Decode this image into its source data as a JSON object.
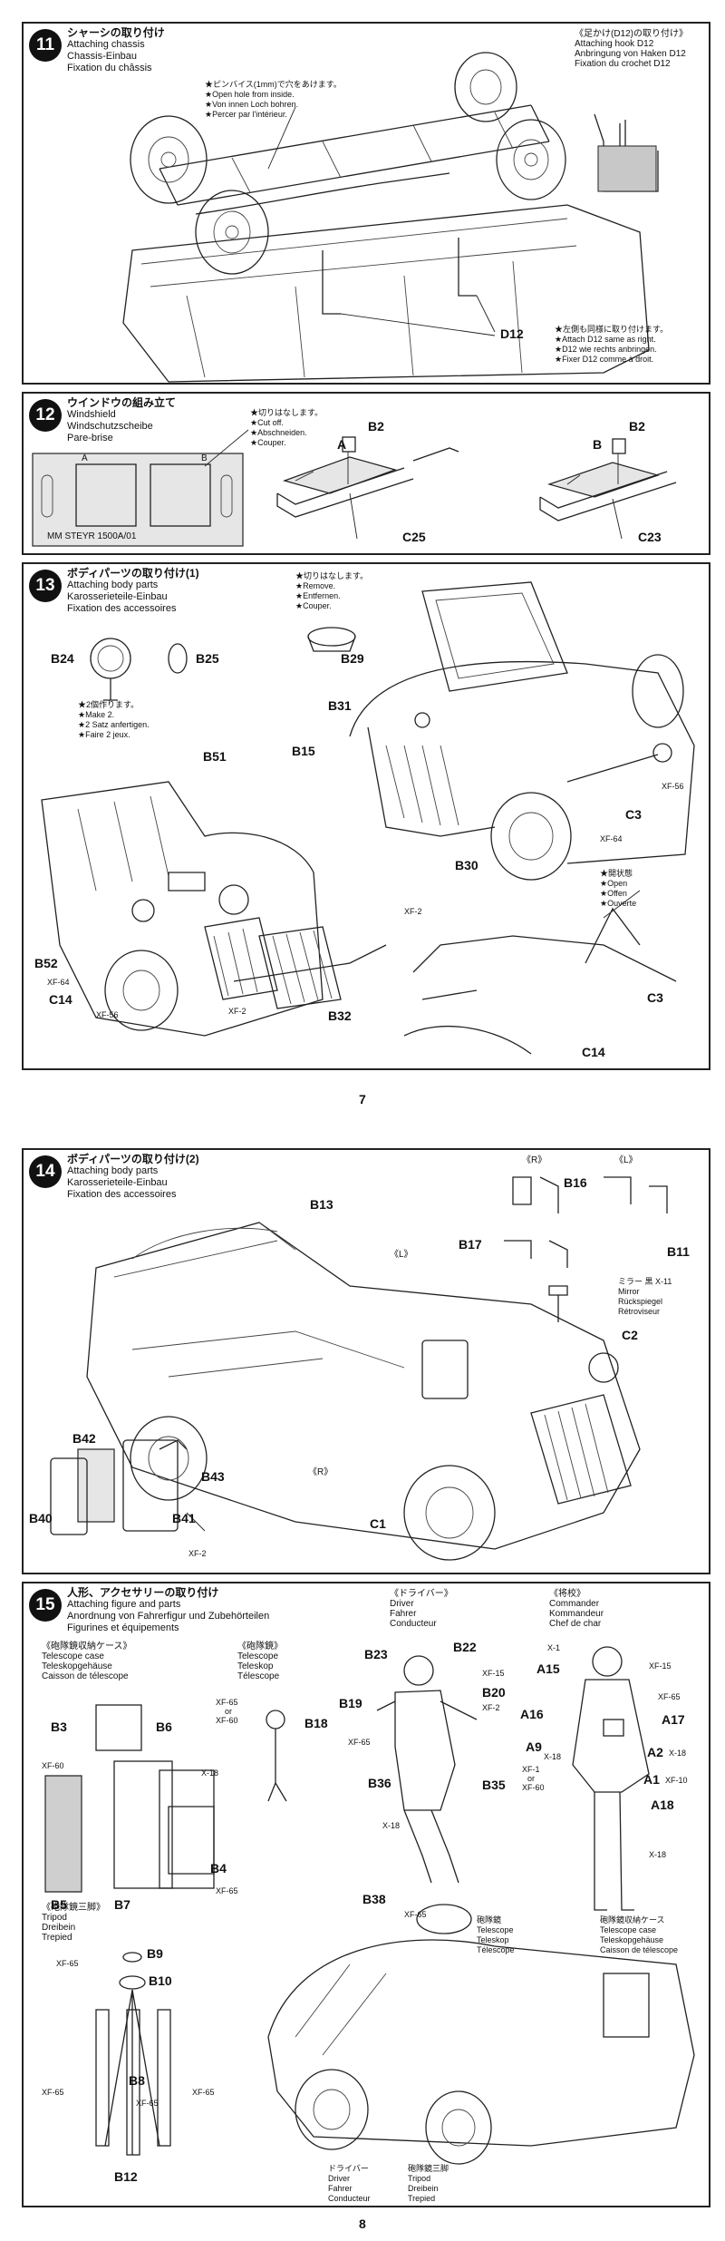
{
  "pages": [
    {
      "number": "7"
    },
    {
      "number": "8"
    }
  ],
  "step11": {
    "num": "11",
    "title": [
      "シャーシの取り付け",
      "Attaching chassis",
      "Chassis-Einbau",
      "Fixation du châssis"
    ],
    "hole_note": [
      "★ピンバイス(1mm)で穴をあけます。",
      "★Open hole from inside.",
      "★Von innen Loch bohren.",
      "★Percer par l'intérieur."
    ],
    "hook_title": [
      "《足かけ(D12)の取り付け》",
      "Attaching hook D12",
      "Anbringung von Haken D12",
      "Fixation du crochet D12"
    ],
    "part": "D12",
    "same_note": [
      "★左側も同様に取り付けます。",
      "★Attach D12 same as right.",
      "★D12 wie rechts anbringen.",
      "★Fixer D12 comme à droit."
    ]
  },
  "step12": {
    "num": "12",
    "title": [
      "ウインドウの組み立て",
      "Windshield",
      "Windschutzscheibe",
      "Pare-brise"
    ],
    "cut_note": [
      "★切りはなします。",
      "★Cut off.",
      "★Abschneiden.",
      "★Couper."
    ],
    "sheet_a": "A",
    "sheet_b": "B",
    "sheet_text": "MM STEYR 1500A/01",
    "labels": [
      "A",
      "B2",
      "C25",
      "B",
      "B2",
      "C23"
    ]
  },
  "step13": {
    "num": "13",
    "title": [
      "ボディパーツの取り付け(1)",
      "Attaching body parts",
      "Karosserieteile-Einbau",
      "Fixation des accessoires"
    ],
    "remove_note": [
      "★切りはなします。",
      "★Remove.",
      "★Entfernen.",
      "★Couper."
    ],
    "make2_note": [
      "★2個作ります。",
      "★Make 2.",
      "★2 Satz anfertigen.",
      "★Faire 2 jeux."
    ],
    "open_note": [
      "★開状態",
      "★Open",
      "★Offen",
      "★Ouverte"
    ],
    "labels": [
      "B24",
      "B25",
      "B29",
      "B31",
      "B15",
      "B51",
      "C3",
      "B30",
      "B52",
      "C14",
      "B32",
      "C3",
      "C14"
    ],
    "codes": [
      "XF-56",
      "XF-64",
      "XF-2",
      "XF-64",
      "XF-56",
      "XF-2"
    ]
  },
  "step14": {
    "num": "14",
    "title": [
      "ボディパーツの取り付け(2)",
      "Attaching body parts",
      "Karosserieteile-Einbau",
      "Fixation des accessoires"
    ],
    "r": "《R》",
    "l": "《L》",
    "mirror_note": [
      "ミラー 黒 X-11",
      "Mirror",
      "Rückspiegel",
      "Rétroviseur"
    ],
    "labels": [
      "B13",
      "B16",
      "B17",
      "B11",
      "C2",
      "B42",
      "B43",
      "B40",
      "B41",
      "C1"
    ],
    "code": "XF-2",
    "l_mid": "《L》",
    "r_mid": "《R》"
  },
  "step15": {
    "num": "15",
    "title": [
      "人形、アクセサリーの取り付け",
      "Attaching figure and parts",
      "Anordnung von Fahrerfigur und Zubehörteilen",
      "Figurines et équipements"
    ],
    "case_title": [
      "《砲隊鏡収納ケース》",
      "Telescope case",
      "Teleskopgehäuse",
      "Caisson de télescope"
    ],
    "scope_title": [
      "《砲隊鏡》",
      "Telescope",
      "Teleskop",
      "Télescope"
    ],
    "driver_title": [
      "《ドライバー》",
      "Driver",
      "Fahrer",
      "Conducteur"
    ],
    "commander_title": [
      "《将校》",
      "Commander",
      "Kommandeur",
      "Chef de char"
    ],
    "tripod_title": [
      "《砲隊鏡三脚》",
      "Tripod",
      "Dreibein",
      "Trepied"
    ],
    "case_labels": [
      "B3",
      "B6",
      "B5",
      "B7",
      "B4"
    ],
    "scope_labels": [
      "B18"
    ],
    "driver_labels": [
      "B23",
      "B22",
      "B20",
      "B19",
      "B36",
      "B35"
    ],
    "commander_labels": [
      "A15",
      "A17",
      "A16",
      "A9",
      "A2",
      "A1",
      "A18"
    ],
    "tripod_labels": [
      "B9",
      "B10",
      "B8",
      "B12"
    ],
    "vehicle_labels": [
      "B38"
    ],
    "bottom_driver": [
      "ドライバー",
      "Driver",
      "Fahrer",
      "Conducteur"
    ],
    "bottom_tripod": [
      "砲隊鏡三脚",
      "Tripod",
      "Dreibein",
      "Trepied"
    ],
    "vehicle_scope": [
      "砲隊鏡",
      "Telescope",
      "Teleskop",
      "Télescope"
    ],
    "vehicle_case": [
      "砲隊鏡収納ケース",
      "Telescope case",
      "Teleskopgehäuse",
      "Caisson de télescope"
    ],
    "codes": {
      "xf60": "XF-60",
      "xf65": "XF-65",
      "xf65b": "XF-65",
      "x18a": "X-18",
      "x18b": "X-18",
      "x18c": "X-18",
      "x18d": "X-18",
      "x18e": "X-18",
      "xf15a": "XF-15",
      "xf2": "XF-2",
      "xf65c": "XF-65",
      "xf65d": "XF-65",
      "x1": "X-1",
      "xf15b": "XF-15",
      "xf65e": "XF-65",
      "xf10": "XF-10",
      "xf1": "XF-1",
      "or": "or",
      "xf60b": "XF-60",
      "xf65f": "XF-65",
      "xf65g": "XF-65",
      "xf65h": "XF-65",
      "xf65i": "XF-65",
      "scope_xf65": "XF-65",
      "scope_or": "or",
      "scope_xf60": "XF-60"
    }
  }
}
